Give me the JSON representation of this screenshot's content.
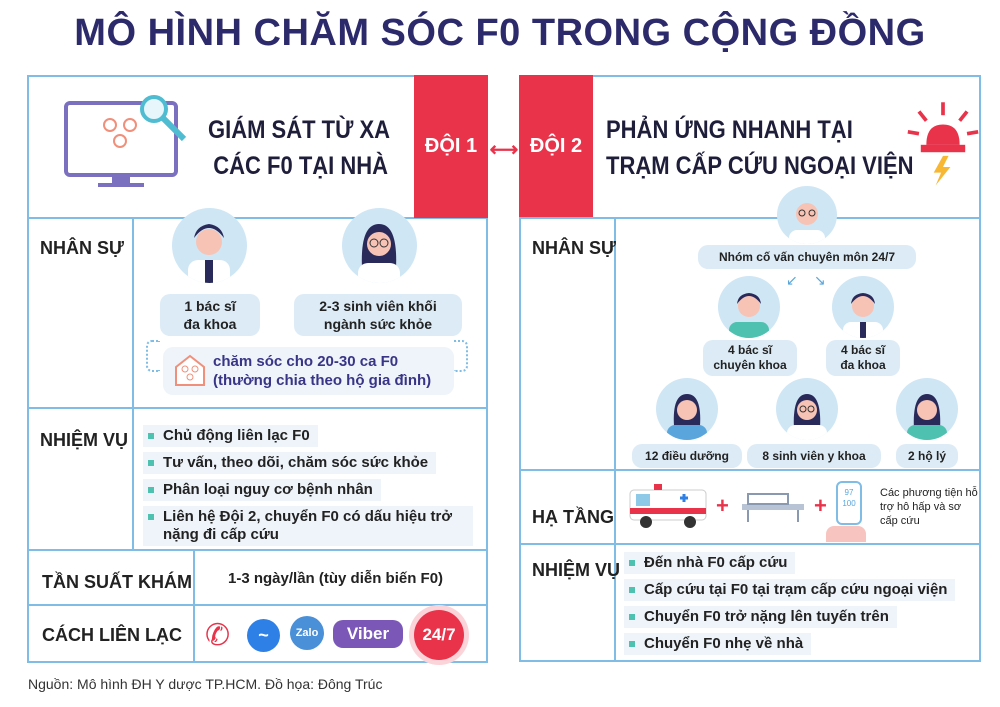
{
  "title": "MÔ HÌNH CHĂM SÓC F0 TRONG CỘNG ĐỒNG",
  "team1": {
    "badge": "ĐỘI 1",
    "heading": [
      "GIÁM SÁT TỪ XA",
      "CÁC F0 TẠI NHÀ"
    ],
    "staff_label": "NHÂN SỰ",
    "staff": [
      "1 bác sĩ\nđa khoa",
      "2-3 sinh viên khối\nngành sức khỏe"
    ],
    "care": [
      "chăm sóc cho 20-30 ca F0",
      "(thường chia theo hộ gia đình)"
    ],
    "tasks_label": "NHIỆM VỤ",
    "tasks": [
      "Chủ động liên lạc F0",
      "Tư vấn, theo dõi, chăm sóc sức khỏe",
      "Phân loại nguy cơ bệnh nhân",
      "Liên hệ Đội 2, chuyển F0 có dấu hiệu trở nặng đi cấp cứu"
    ],
    "frequency_label": "TẦN SUẤT KHÁM",
    "frequency": "1-3 ngày/lần (tùy diễn biến F0)",
    "contact_label": "CÁCH LIÊN LẠC",
    "contacts": {
      "zalo": "Zalo",
      "viber": "Viber",
      "always": "24/7"
    }
  },
  "team2": {
    "badge": "ĐỘI 2",
    "heading": [
      "PHẢN ỨNG NHANH TẠI",
      "TRẠM CẤP CỨU NGOẠI VIỆN"
    ],
    "staff_label": "NHÂN SỰ",
    "advisor": "Nhóm cố vấn chuyên môn 24/7",
    "staff": [
      "4 bác sĩ\nchuyên khoa",
      "4 bác sĩ\nđa khoa",
      "12 điều dưỡng",
      "8 sinh viên y khoa",
      "2 hộ lý"
    ],
    "infra_label": "HẠ TẦNG",
    "infra_text": "Các phương tiện hỗ trợ hô hấp và sơ cấp cứu",
    "oximeter": [
      "97",
      "100"
    ],
    "tasks_label": "NHIỆM VỤ",
    "tasks": [
      "Đến nhà F0 cấp cứu",
      "Cấp cứu tại F0 tại trạm cấp cứu ngoại viện",
      "Chuyển F0 trở nặng lên tuyến trên",
      "Chuyển F0 nhẹ về nhà"
    ]
  },
  "source": "Nguồn: Mô hình ĐH Y dược TP.HCM. Đồ họa: Đông Trúc",
  "colors": {
    "accent": "#e8334a",
    "border": "#7fbde6",
    "title": "#2d2a6b"
  }
}
